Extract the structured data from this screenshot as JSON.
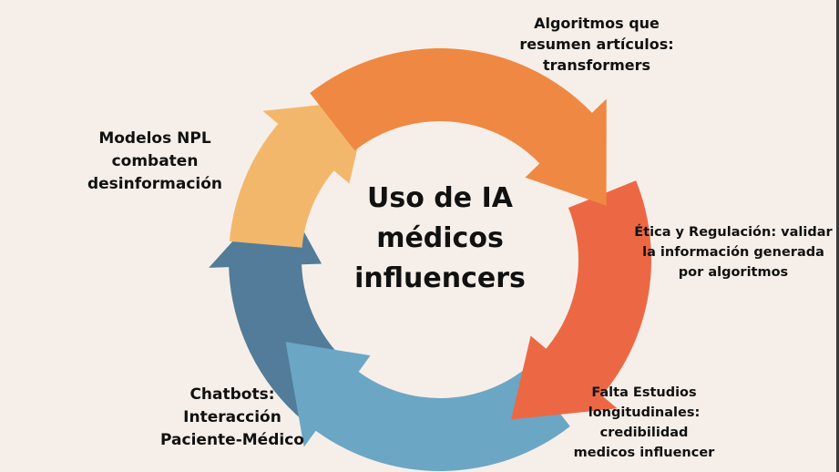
{
  "center_title": [
    "Uso de IA",
    "médicos",
    "influencers"
  ],
  "steps": [
    {
      "id": "algoritmos",
      "color": "#ef8843",
      "lines": [
        "Algoritmos que",
        "resumen artículos:",
        "transformers"
      ]
    },
    {
      "id": "etica",
      "color": "#ec6844",
      "lines": [
        "Ética y Regulación: validar",
        "la información generada",
        "por algoritmos"
      ]
    },
    {
      "id": "falta",
      "color": "#6ba6c5",
      "lines": [
        "Falta Estudios",
        "longitudinales:",
        "credibilidad",
        "medicos influencer"
      ]
    },
    {
      "id": "chatbots",
      "color": "#527c99",
      "lines": [
        "Chatbots:",
        "Interacción",
        "Paciente-Médico"
      ]
    },
    {
      "id": "modelos",
      "color": "#f3b76c",
      "lines": [
        "Modelos NPL",
        "combaten",
        "desinformación"
      ]
    }
  ]
}
